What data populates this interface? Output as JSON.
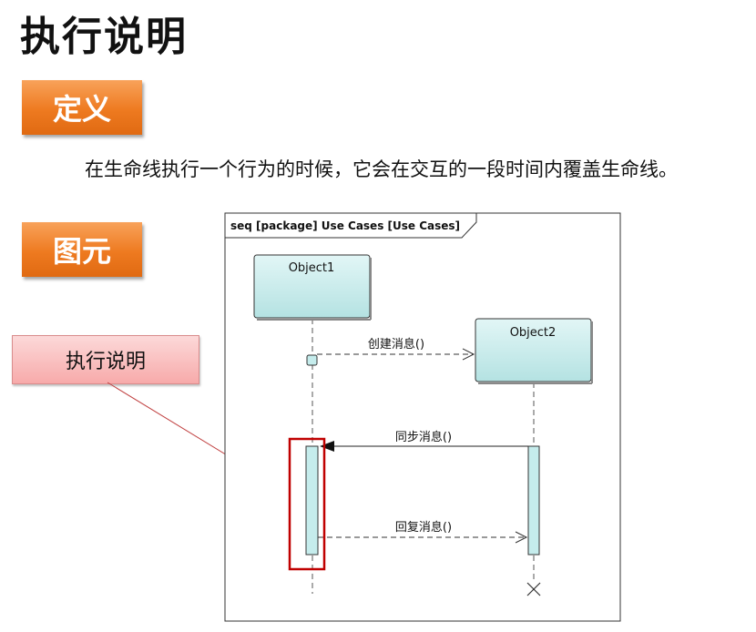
{
  "page": {
    "title": "执行说明"
  },
  "sections": {
    "definition_label": "定义",
    "definition_text": "在生命线执行一个行为的时候，它会在交互的一段时间内覆盖生命线。",
    "elements_label": "图元"
  },
  "callout": {
    "label": "执行说明"
  },
  "diagram": {
    "frame_label": "seq [package] Use Cases [Use Cases]",
    "object1": "Object1",
    "object2": "Object2",
    "messages": {
      "create": "创建消息()",
      "sync": "同步消息()",
      "reply": "回复消息()"
    }
  },
  "colors": {
    "badge_orange": "#ee7a20",
    "lifeline_fill": "#c5ecec",
    "highlight_red": "#c00000",
    "callout_pink": "#f7aaaa"
  }
}
